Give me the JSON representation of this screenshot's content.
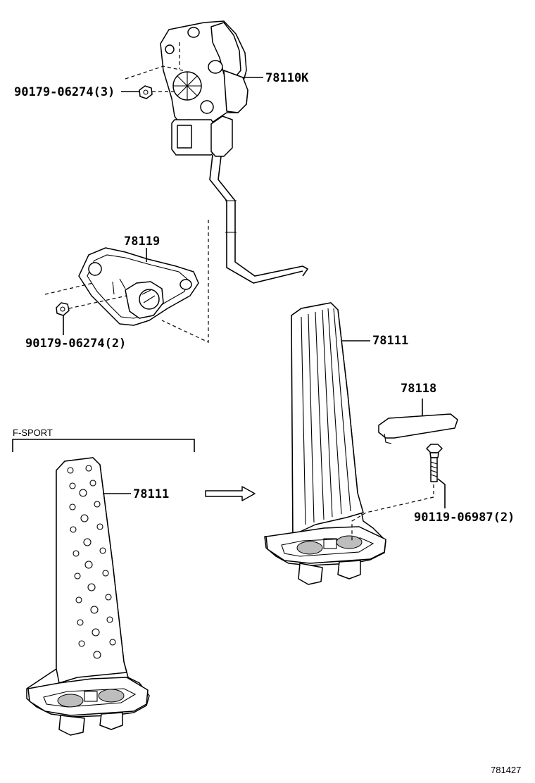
{
  "diagram_code": "781427",
  "section_label": "F-SPORT",
  "parts": {
    "sensor_assembly": "78110K",
    "nut_upper": "90179-06274(3)",
    "bracket": "78119",
    "nut_lower": "90179-06274(2)",
    "pedal_standard": "78111",
    "pedal_pad_cover": "78118",
    "bolt": "90119-06987(2)",
    "pedal_fsport": "78111"
  }
}
